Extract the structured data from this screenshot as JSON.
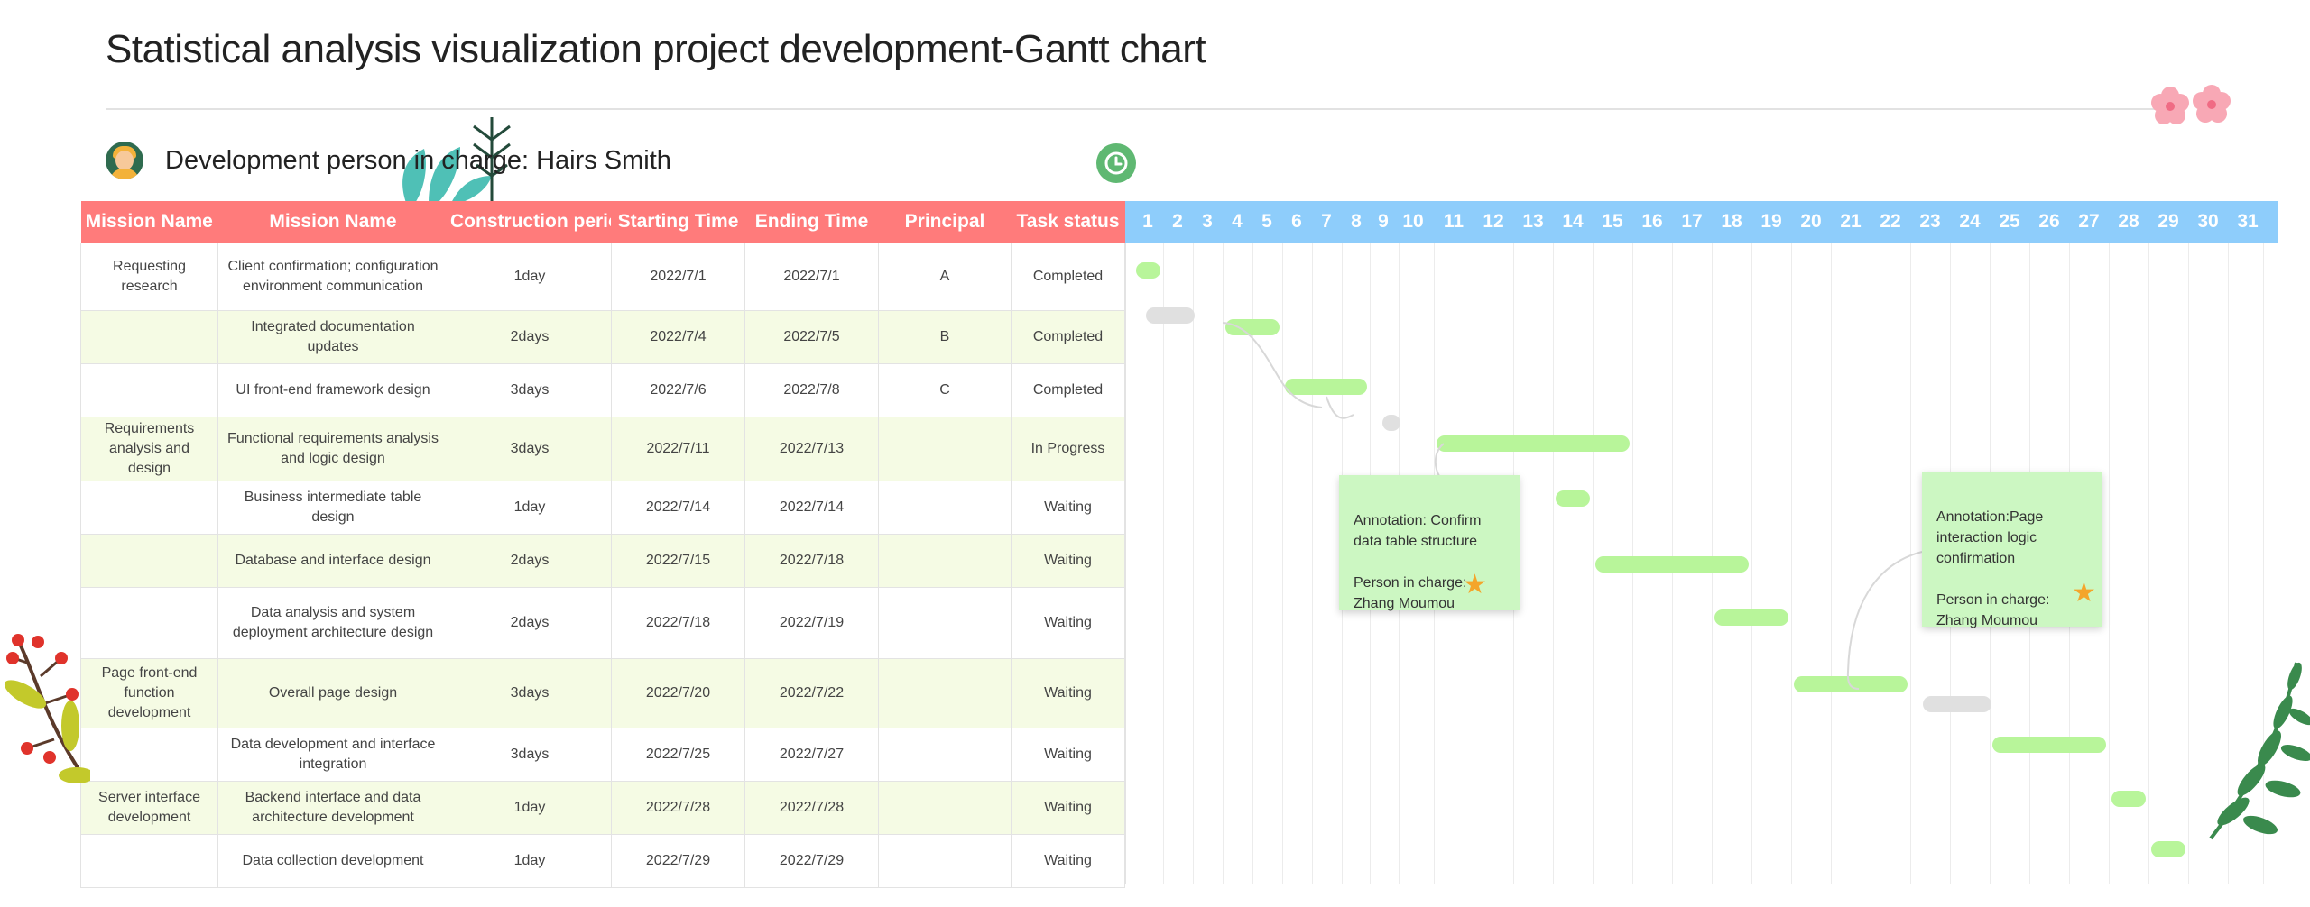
{
  "title": "Statistical analysis visualization project development-Gantt chart",
  "person_in_charge": "Development person in charge: Hairs Smith",
  "icons": {
    "avatar": "person-avatar",
    "clock": "clock-icon",
    "star": "star-icon",
    "flower": "pink-flower",
    "leaves": "leaf-branch",
    "berries": "red-berry-branch"
  },
  "colors": {
    "header_red": "#ff7b7b",
    "days_header_blue": "#8ecdfb",
    "bar_green": "#b8f59a",
    "bar_grey": "#e0e0e0",
    "note_green": "#ccf7c2",
    "alt_row": "#f5fbe4"
  },
  "table": {
    "headers": [
      "Mission Name",
      "Mission Name",
      "Construction period",
      "Starting Time",
      "Ending Time",
      "Principal",
      "Task status"
    ],
    "rows": [
      {
        "group": "Requesting research",
        "name": "Client confirmation; configuration environment communication",
        "period": "1day",
        "start": "2022/7/1",
        "end": "2022/7/1",
        "principal": "A",
        "status": "Completed"
      },
      {
        "group": "",
        "name": "Integrated documentation updates",
        "period": "2days",
        "start": "2022/7/4",
        "end": "2022/7/5",
        "principal": "B",
        "status": "Completed"
      },
      {
        "group": "",
        "name": "UI front-end framework design",
        "period": "3days",
        "start": "2022/7/6",
        "end": "2022/7/8",
        "principal": "C",
        "status": "Completed"
      },
      {
        "group": "Requirements analysis and design",
        "name": "Functional requirements analysis and logic design",
        "period": "3days",
        "start": "2022/7/11",
        "end": "2022/7/13",
        "principal": "",
        "status": "In Progress"
      },
      {
        "group": "",
        "name": "Business intermediate table design",
        "period": "1day",
        "start": "2022/7/14",
        "end": "2022/7/14",
        "principal": "",
        "status": "Waiting"
      },
      {
        "group": "",
        "name": "Database and interface design",
        "period": "2days",
        "start": "2022/7/15",
        "end": "2022/7/18",
        "principal": "",
        "status": "Waiting"
      },
      {
        "group": "",
        "name": "Data analysis and system deployment architecture design",
        "period": "2days",
        "start": "2022/7/18",
        "end": "2022/7/19",
        "principal": "",
        "status": "Waiting"
      },
      {
        "group": "Page front-end function development",
        "name": "Overall page design",
        "period": "3days",
        "start": "2022/7/20",
        "end": "2022/7/22",
        "principal": "",
        "status": "Waiting"
      },
      {
        "group": "",
        "name": "Data development and interface integration",
        "period": "3days",
        "start": "2022/7/25",
        "end": "2022/7/27",
        "principal": "",
        "status": "Waiting"
      },
      {
        "group": "Server interface development",
        "name": "Backend interface and data architecture development",
        "period": "1day",
        "start": "2022/7/28",
        "end": "2022/7/28",
        "principal": "",
        "status": "Waiting"
      },
      {
        "group": "",
        "name": "Data collection development",
        "period": "1day",
        "start": "2022/7/29",
        "end": "2022/7/29",
        "principal": "",
        "status": "Waiting"
      }
    ]
  },
  "notes": [
    {
      "text": "Annotation: Confirm data table structure\n\nPerson in charge:\nZhang Moumou"
    },
    {
      "text": "Annotation:Page interaction logic confirmation\n\nPerson in charge:\nZhang Moumou"
    }
  ],
  "chart_data": {
    "type": "gantt",
    "x": [
      "1",
      "2",
      "3",
      "4",
      "5",
      "6",
      "7",
      "8",
      "9",
      "10",
      "11",
      "12",
      "13",
      "14",
      "15",
      "16",
      "17",
      "18",
      "19",
      "20",
      "21",
      "22",
      "23",
      "24",
      "25",
      "26",
      "27",
      "28",
      "29",
      "30",
      "31"
    ],
    "tasks": [
      {
        "name": "Client confirmation; configuration environment communication",
        "start": 1,
        "end": 1,
        "status": "Completed"
      },
      {
        "name": "Integrated documentation updates",
        "start": 4,
        "end": 5,
        "status": "Completed"
      },
      {
        "name": "UI front-end framework design",
        "start": 6,
        "end": 8,
        "status": "Completed"
      },
      {
        "name": "Functional requirements analysis and logic design",
        "start": 11,
        "end": 15,
        "status": "In Progress"
      },
      {
        "name": "Business intermediate table design",
        "start": 14,
        "end": 14,
        "status": "Waiting"
      },
      {
        "name": "Database and interface design",
        "start": 15,
        "end": 18,
        "status": "Waiting"
      },
      {
        "name": "Data analysis and system deployment architecture design",
        "start": 18,
        "end": 19,
        "status": "Waiting"
      },
      {
        "name": "Overall page design",
        "start": 20,
        "end": 22,
        "status": "Waiting"
      },
      {
        "name": "Data development and interface integration",
        "start": 25,
        "end": 27,
        "status": "Waiting"
      },
      {
        "name": "Backend interface and data architecture development",
        "start": 28,
        "end": 28,
        "status": "Waiting"
      },
      {
        "name": "Data collection development",
        "start": 29,
        "end": 29,
        "status": "Waiting"
      }
    ],
    "placeholder_bars": [
      {
        "start": 1,
        "end": 2
      },
      {
        "start": 9,
        "end": 9
      },
      {
        "start": 23,
        "end": 24
      }
    ]
  }
}
